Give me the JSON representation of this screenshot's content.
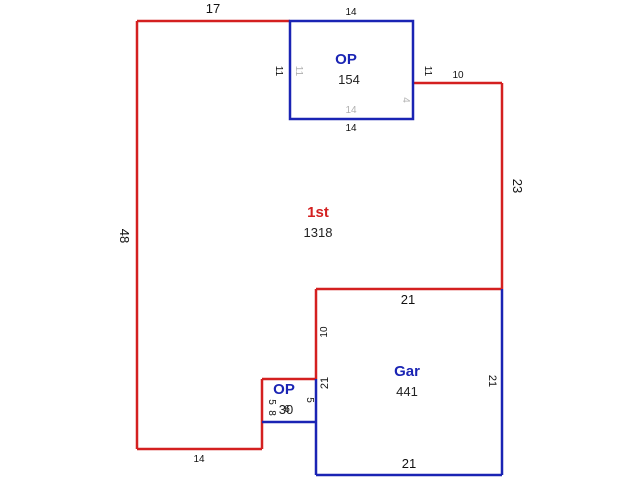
{
  "colors": {
    "main_outline": "#d42020",
    "sub_outline": "#1a24b4",
    "main_label": "#d42020",
    "sub_label": "#1a24b4"
  },
  "areas": {
    "first": {
      "name": "1st",
      "area": "1318"
    },
    "op_top": {
      "name": "OP",
      "area": "154"
    },
    "garage": {
      "name": "Gar",
      "area": "441"
    },
    "op_small": {
      "name": "OP",
      "area": "30"
    }
  },
  "dims": {
    "first_top": "17",
    "first_left": "48",
    "first_bottom": "14",
    "first_right": "23",
    "first_step_top": "10",
    "first_inner_10": "10",
    "op_top_top": "14",
    "op_top_bottom": "14",
    "op_top_left": "11",
    "op_top_right": "11",
    "op_top_inner_left": "11",
    "op_top_inner_bottom": "14",
    "op_top_inner_right": "4",
    "gar_top": "21",
    "gar_bottom": "21",
    "gar_left": "21",
    "gar_right": "21",
    "op_small_left_5": "5",
    "op_small_left_8": "8",
    "op_small_right_5": "5",
    "op_small_inner_6": "6"
  }
}
